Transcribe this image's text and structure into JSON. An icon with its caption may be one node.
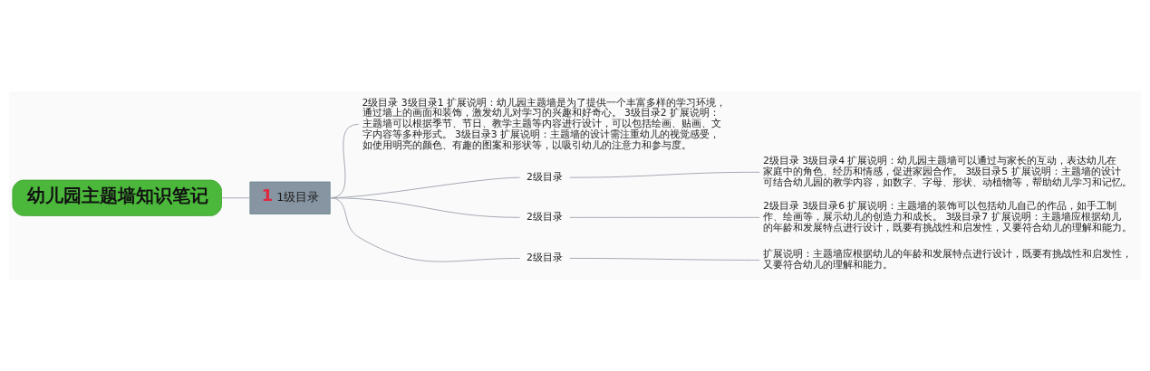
{
  "diagram": {
    "nodes": [
      {
        "text": [
          "幼儿园主题墙知识笔记"
        ]
      },
      {
        "text": [
          "1",
          "1级目录"
        ]
      },
      {
        "text": [
          "2级目录 3级目录1 扩展说明：幼儿园主题墙是为了提供一个丰富多样的学习环境，通过墙上的画面和装饰，激发幼儿对学习的兴趣和好奇心。 3级目录2 扩展说明：主题墙可以根据季节、节日、教学主题等内容进行设计，可以包括绘画、贴画、文字内容等多种形式。 3级目录3 扩展说明：主题墙的设计需注重幼儿的视觉感受，如使用明亮的颜色、有趣的图案和形状等，以吸引幼儿的注意力和参与度。"
        ]
      },
      {
        "text": [
          "2级目录"
        ]
      },
      {
        "text": [
          "2级目录 3级目录4 扩展说明：幼儿园主题墙可以通过与家长的互动，表达幼儿在家庭中的角色、经历和情感，促进家园合作。 3级目录5 扩展说明：主题墙的设计可结合幼儿园的教学内容，如数字、字母、形状、动植物等，帮助幼儿学习和记忆。"
        ]
      },
      {
        "text": [
          "2级目录"
        ]
      },
      {
        "text": [
          "2级目录 3级目录6 扩展说明：主题墙的装饰可以包括幼儿自己的作品，如手工制作、绘画等，展示幼儿的创造力和成长。 3级目录7 扩展说明：主题墙应根据幼儿的年龄和发展特点进行设计，既要有挑战性和启发性，又要符合幼儿的理解和能力。"
        ]
      },
      {
        "text": [
          "2级目录"
        ]
      },
      {
        "text": [
          "扩展说明：主题墙应根据幼儿的年龄和发展特点进行设计，既要有挑战性和启发性，又要符合幼儿的理解和能力。"
        ]
      }
    ],
    "edges": [
      {
        "from": 0,
        "to": 1,
        "arrow": "none"
      },
      {
        "from": 1,
        "to": 2,
        "arrow": "none"
      },
      {
        "from": 1,
        "to": 3,
        "arrow": "none"
      },
      {
        "from": 1,
        "to": 5,
        "arrow": "none"
      },
      {
        "from": 1,
        "to": 7,
        "arrow": "none"
      },
      {
        "from": 3,
        "to": 4,
        "arrow": "none"
      },
      {
        "from": 5,
        "to": 6,
        "arrow": "none"
      },
      {
        "from": 7,
        "to": 8,
        "arrow": "none"
      }
    ]
  }
}
